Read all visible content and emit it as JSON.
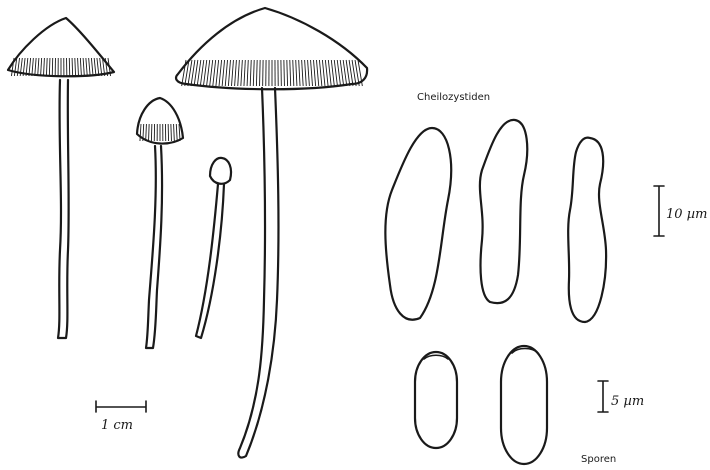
{
  "labels": {
    "cheilocystidia": "Cheilozystiden",
    "spores": "Sporen",
    "scale_fruitbody": "1 cm",
    "scale_cystidia": "10 µm",
    "scale_spores": "5 µm"
  },
  "ink_color": "#1a1a1a",
  "background_color": "#ffffff"
}
